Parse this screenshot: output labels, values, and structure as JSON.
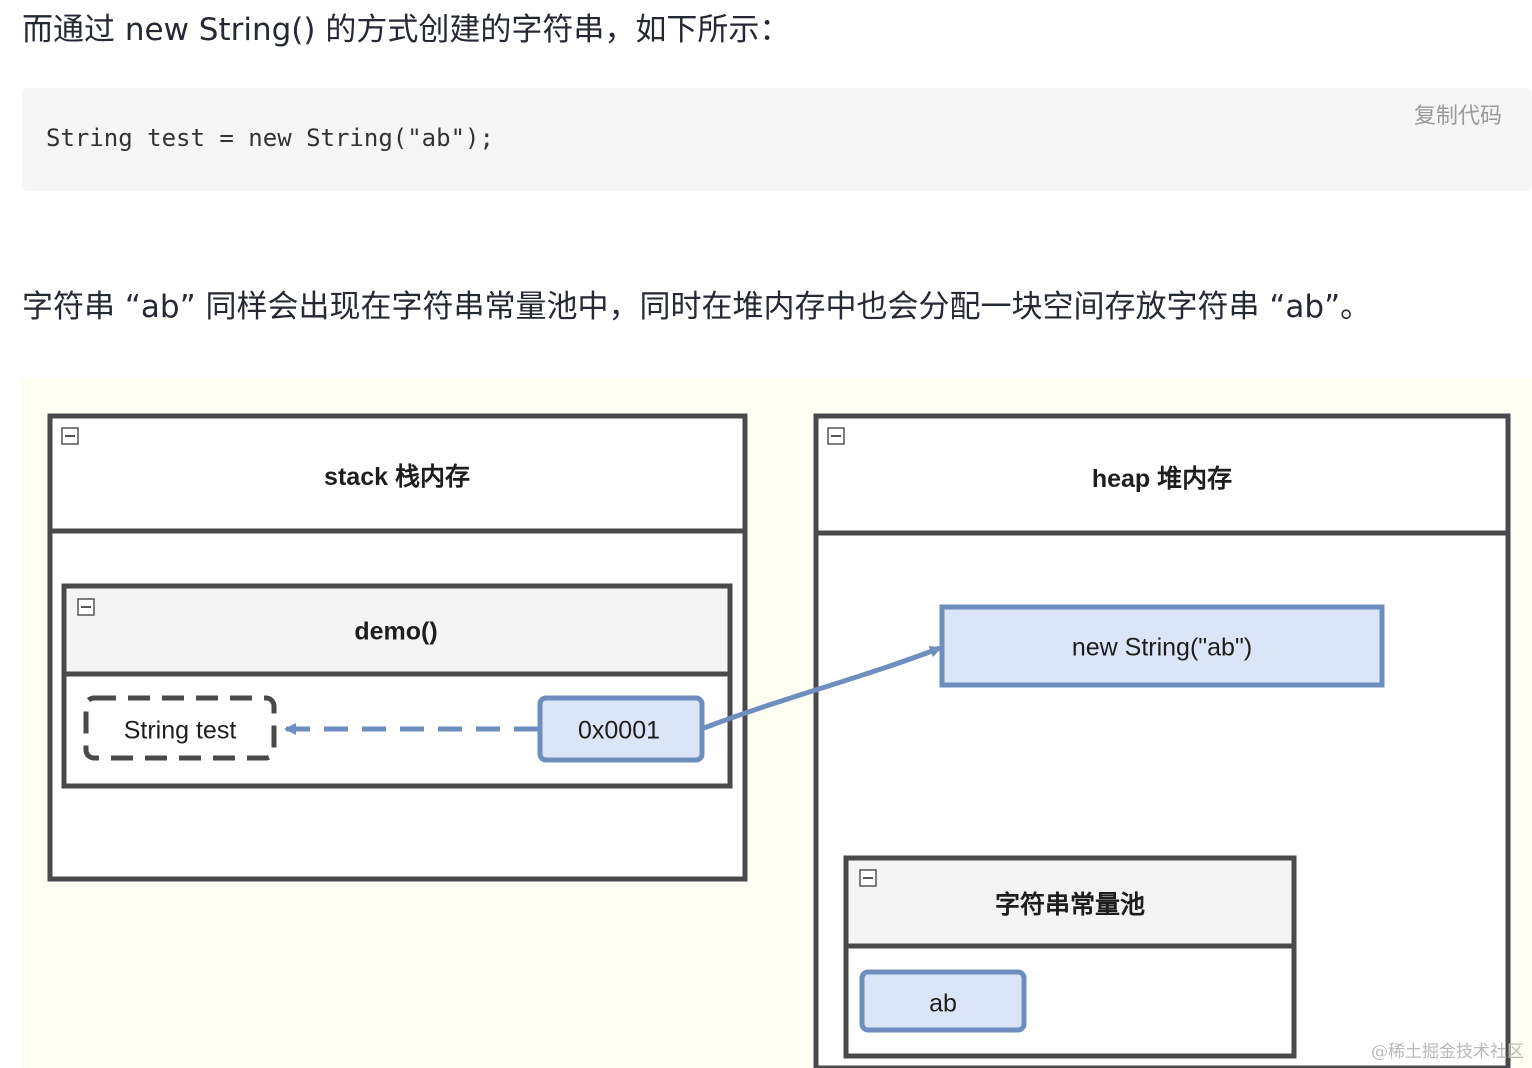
{
  "intro_text": "而通过 new String() 的方式创建的字符串，如下所示：",
  "code": {
    "line": "String test = new String(\"ab\");",
    "copy_label": "复制代码"
  },
  "explanation_text": "字符串 “ab” 同样会出现在字符串常量池中，同时在堆内存中也会分配一块空间存放字符串 “ab”。",
  "diagram": {
    "stack_title": "stack 栈内存",
    "method_title": "demo()",
    "variable_label": "String test",
    "reference_label": "0x0001",
    "heap_title": "heap 堆内存",
    "object_label": "new String(\"ab\")",
    "pool_title": "字符串常量池",
    "pool_entry": "ab",
    "colors": {
      "border": "#4a4a4a",
      "header_fill": "#f4f4f4",
      "blue_fill": "#dae6f7",
      "blue_stroke": "#6d8ebf",
      "background": "#fefef3"
    }
  },
  "watermark": "@稀土掘金技术社区"
}
